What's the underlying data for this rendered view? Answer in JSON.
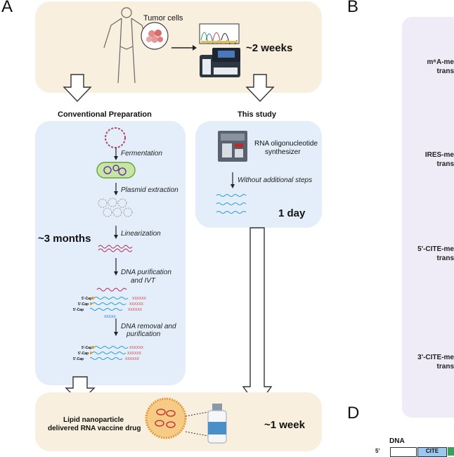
{
  "panels": {
    "a": "A",
    "b": "B",
    "d": "D"
  },
  "top": {
    "tumor_label": "Tumor cells",
    "time": "~2 weeks"
  },
  "columns": {
    "conventional": "Conventional Preparation",
    "this_study": "This study"
  },
  "conventional": {
    "time": "~3 months",
    "steps": [
      "Fermentation",
      "Plasmid extraction",
      "Linearization",
      "DNA purification",
      "and IVT",
      "DNA removal and",
      "purification"
    ],
    "cap_label": "5'-Cap"
  },
  "this_study": {
    "synth_line1": "RNA oligonucleotide",
    "synth_line2": "synthesizer",
    "step": "Without additional steps",
    "time": "1 day"
  },
  "bottom": {
    "line1": "Lipid nanoparticle",
    "line2": "delivered RNA vaccine drug",
    "time": "~1 week"
  },
  "panel_b": [
    {
      "line1": "m⁶A-me",
      "line2": "trans"
    },
    {
      "line1": "IRES-me",
      "line2": "trans"
    },
    {
      "line1": "5'-CITE-me",
      "line2": "trans"
    },
    {
      "line1": "3'-CITE-me",
      "line2": "trans"
    }
  ],
  "panel_d": {
    "label": "DNA",
    "prime": "5'",
    "box": "CITE"
  },
  "colors": {
    "beige": "#f8efdf",
    "blue": "#e4eefa",
    "lavender": "#efecf8",
    "red": "#d23a3a",
    "teal": "#2a9fc9",
    "purple": "#6a3a9a"
  }
}
